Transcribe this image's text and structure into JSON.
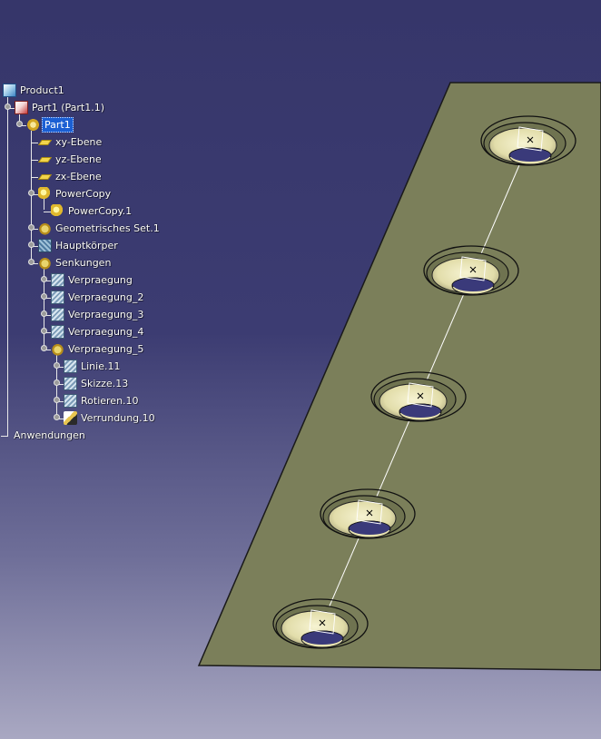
{
  "tree": {
    "nodes": [
      {
        "label": "Product1",
        "icon": "product-icon"
      },
      {
        "label": "Part1 (Part1.1)",
        "icon": "part-icon"
      },
      {
        "label": "Part1",
        "icon": "part-body-gear-icon",
        "selected": true
      },
      {
        "label": "xy-Ebene",
        "icon": "plane-icon"
      },
      {
        "label": "yz-Ebene",
        "icon": "plane-icon"
      },
      {
        "label": "zx-Ebene",
        "icon": "plane-icon"
      },
      {
        "label": "PowerCopy",
        "icon": "powercopy-icon"
      },
      {
        "label": "PowerCopy.1",
        "icon": "powercopy-instance-icon"
      },
      {
        "label": "Geometrisches Set.1",
        "icon": "geometrical-set-icon"
      },
      {
        "label": "Hauptkörper",
        "icon": "body-icon"
      },
      {
        "label": "Senkungen",
        "icon": "geometrical-set-icon"
      },
      {
        "label": "Verpraegung",
        "icon": "feature-icon"
      },
      {
        "label": "Verpraegung_2",
        "icon": "feature-icon"
      },
      {
        "label": "Verpraegung_3",
        "icon": "feature-icon"
      },
      {
        "label": "Verpraegung_4",
        "icon": "feature-icon"
      },
      {
        "label": "Verpraegung_5",
        "icon": "geometrical-set-icon"
      },
      {
        "label": "Linie.11",
        "icon": "line-icon"
      },
      {
        "label": "Skizze.13",
        "icon": "sketch-icon"
      },
      {
        "label": "Rotieren.10",
        "icon": "rotate-icon"
      },
      {
        "label": "Verrundung.10",
        "icon": "edge-fillet-icon"
      },
      {
        "label": "Anwendungen",
        "icon": ""
      }
    ]
  },
  "colors": {
    "background_top": "#36366a",
    "background_bottom": "#a9a8c2",
    "plate": "#7b7f5a",
    "countersink": "#e7e3b6",
    "hole": "#3a3a7a",
    "selection": "#1b5fd3"
  }
}
